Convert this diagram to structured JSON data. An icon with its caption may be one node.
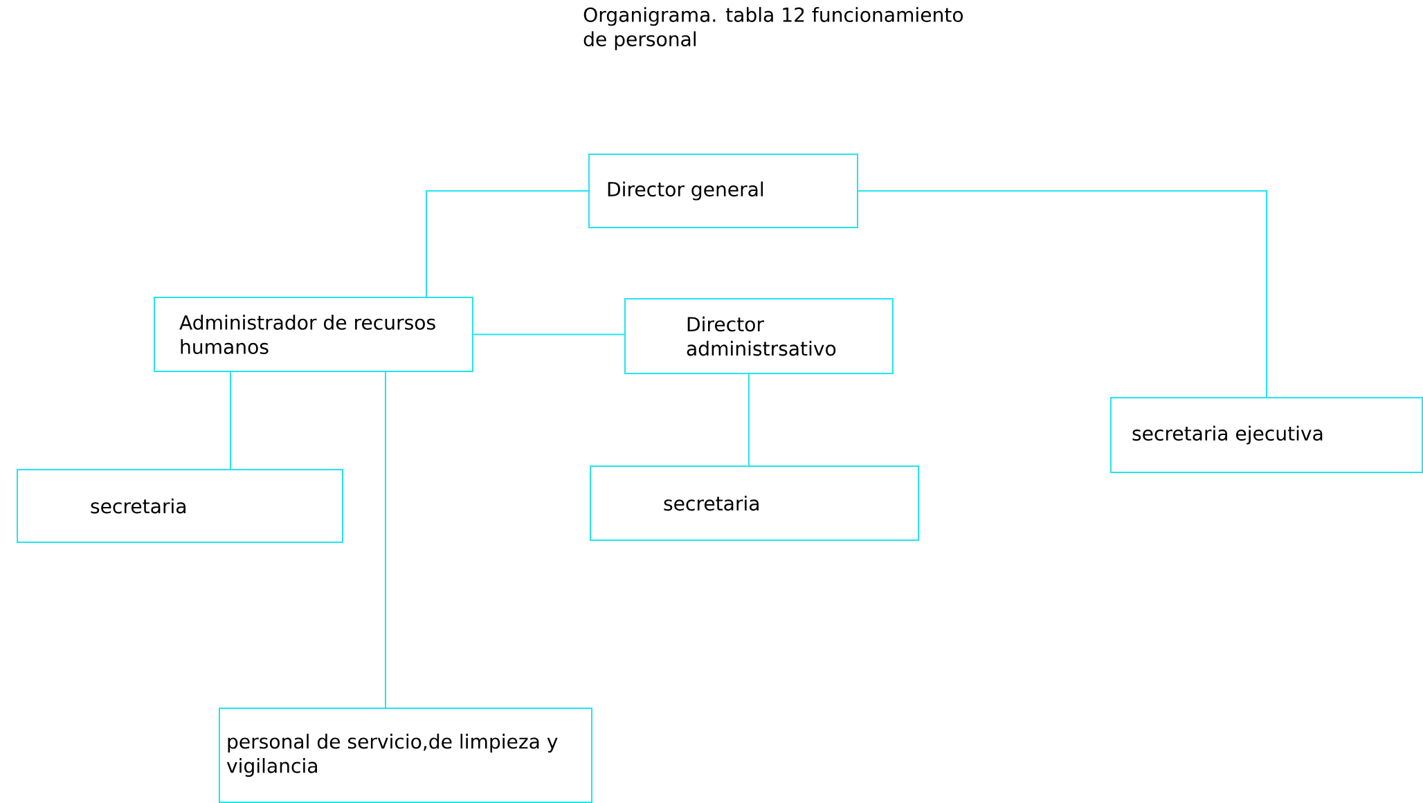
{
  "diagram": {
    "title": "Organigrama. tabla 12 funcionamiento de personal",
    "nodes": [
      {
        "text": [
          "Director general"
        ]
      },
      {
        "text": [
          "Administrador de recursos humanos"
        ]
      },
      {
        "text": [
          "Director administrsativo"
        ]
      },
      {
        "text": [
          "secretaria ejecutiva"
        ]
      },
      {
        "text": [
          "secretaria"
        ]
      },
      {
        "text": [
          "secretaria"
        ]
      },
      {
        "text": [
          "personal de servicio,de limpieza y vigilancia"
        ]
      }
    ],
    "edges": [
      {
        "from": 0,
        "to": 1,
        "arrow": "none"
      },
      {
        "from": 0,
        "to": 3,
        "arrow": "none"
      },
      {
        "from": 1,
        "to": 2,
        "arrow": "none"
      },
      {
        "from": 1,
        "to": 4,
        "arrow": "none"
      },
      {
        "from": 1,
        "to": 6,
        "arrow": "none"
      },
      {
        "from": 2,
        "to": 5,
        "arrow": "none"
      }
    ]
  }
}
